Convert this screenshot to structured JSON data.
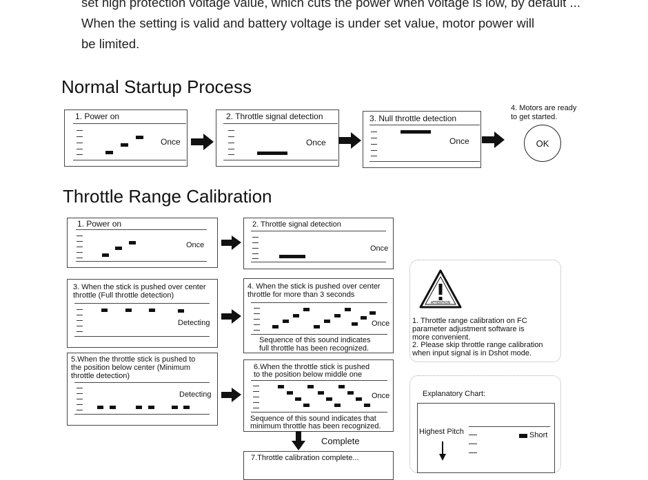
{
  "intro": {
    "line1": "set high protection voltage value, which cuts the power when voltage is low, by default ...",
    "line2": "When the setting is valid and battery voltage is under set value, motor power will",
    "line3": "be limited."
  },
  "normal": {
    "title": "Normal Startup Process",
    "step1": {
      "label": "1. Power on",
      "status": "Once"
    },
    "step2": {
      "label": "2. Throttle signal detection",
      "status": "Once"
    },
    "step3": {
      "label": "3. Null throttle detection",
      "status": "Once"
    },
    "step4": {
      "line1": "4. Motors are ready",
      "line2": "to get started.",
      "ok": "OK"
    }
  },
  "calib": {
    "title": "Throttle Range Calibration",
    "step1": {
      "label": "1. Power on",
      "status": "Once"
    },
    "step2": {
      "label": "2. Throttle signal detection",
      "status": "Once"
    },
    "step3": {
      "line1": "3. When the stick is pushed over center",
      "line2": "throttle  (Full throttle detection)",
      "status": "Detecting"
    },
    "step4": {
      "line1": "4. When the stick is pushed over center",
      "line2": "throttle for more than 3 seconds",
      "status": "Once",
      "note1": "Sequence of this sound indicates",
      "note2": "full throttle has been recognized."
    },
    "step5": {
      "line1": "5.When the throttle stick is pushed to",
      "line2": "the position below center (Minimum",
      "line3": "throttle detection)",
      "status": "Detecting"
    },
    "step6": {
      "line1": "6.When the throttle stick is pushed",
      "line2": "to the position below middle one",
      "status": "Once",
      "note1": "Sequence of this sound indicates that",
      "note2": "minimum throttle has been recognized."
    },
    "complete": "Complete",
    "step7_partial": "7.Throttle calibration complete..."
  },
  "attention": {
    "badge": "ATTENTION",
    "lines": [
      "1. Throttle range calibration on FC",
      "parameter adjustment software is",
      "more convenient.",
      "2. Please skip throttle range calibration",
      "when input signal is in Dshot mode."
    ]
  },
  "explanatory": {
    "title": "Explanatory Chart:",
    "highest": "Highest Pitch",
    "short": "Short"
  }
}
